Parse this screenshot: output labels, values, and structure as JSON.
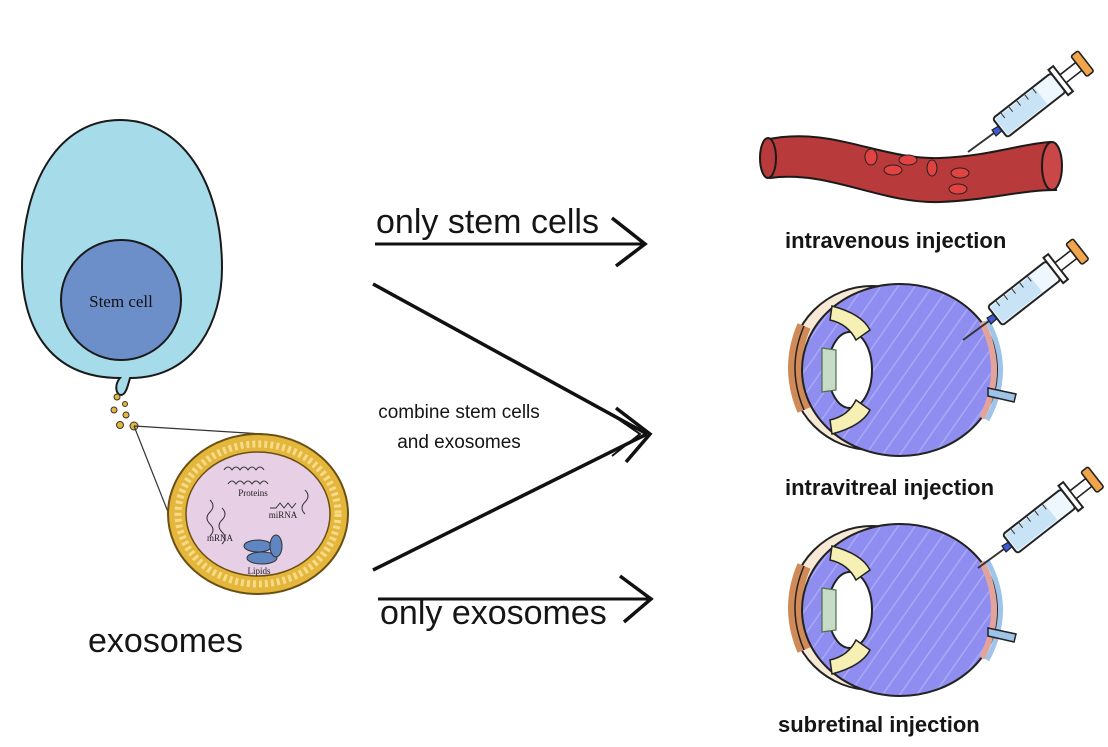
{
  "colors": {
    "cell_outer": "#a6dbe9",
    "cell_nucleus": "#6d8fc9",
    "exosome_membrane": "#e5b63c",
    "exosome_interior": "#e7cfe6",
    "vessel": "#b93a3a",
    "red_cell": "#e24242",
    "eye_globe": "#8f8ef0",
    "sclera": "#d08a58",
    "syringe_plunger": "#f0a54a",
    "syringe_liquid": "#c8e3f5"
  },
  "stem_cell": {
    "label": "Stem cell"
  },
  "exosome": {
    "label": "exosomes",
    "contents": {
      "proteins": "Proteins",
      "mirna": "miRNA",
      "mrna": "mRNA",
      "lipids": "Lipids"
    }
  },
  "arrows": {
    "top": "only stem cells",
    "middle_line1": "combine stem cells",
    "middle_line2": "and exosomes",
    "bottom": "only exosomes"
  },
  "routes": {
    "intravenous": "intravenous injection",
    "intravitreal": "intravitreal injection",
    "subretinal": "subretinal injection"
  }
}
